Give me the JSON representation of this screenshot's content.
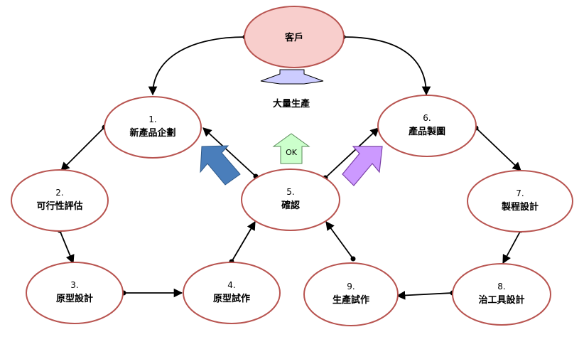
{
  "nodes": {
    "customer": {
      "label": "客戶",
      "fill": "#f8cecc"
    },
    "n1": {
      "num": "1.",
      "label": "新產品企劃"
    },
    "n2": {
      "num": "2.",
      "label": "可行性評估"
    },
    "n3": {
      "num": "3.",
      "label": "原型設計"
    },
    "n4": {
      "num": "4.",
      "label": "原型試作"
    },
    "n5": {
      "num": "5.",
      "label": "確認"
    },
    "n6": {
      "num": "6.",
      "label": "產品製圖"
    },
    "n7": {
      "num": "7.",
      "label": "製程設計"
    },
    "n8": {
      "num": "8.",
      "label": "治工具設計"
    },
    "n9": {
      "num": "9.",
      "label": "生產試作"
    }
  },
  "labels": {
    "mass_production": "大量生產",
    "ok": "OK"
  },
  "colors": {
    "node_stroke": "#b85450",
    "customer_fill": "#f8cecc",
    "node_fill": "#ffffff",
    "arrow_blue": "#4a7ebb",
    "arrow_purple": "#cc99ff",
    "arrow_lavender": "#ccccff",
    "arrow_green": "#ccffcc"
  }
}
